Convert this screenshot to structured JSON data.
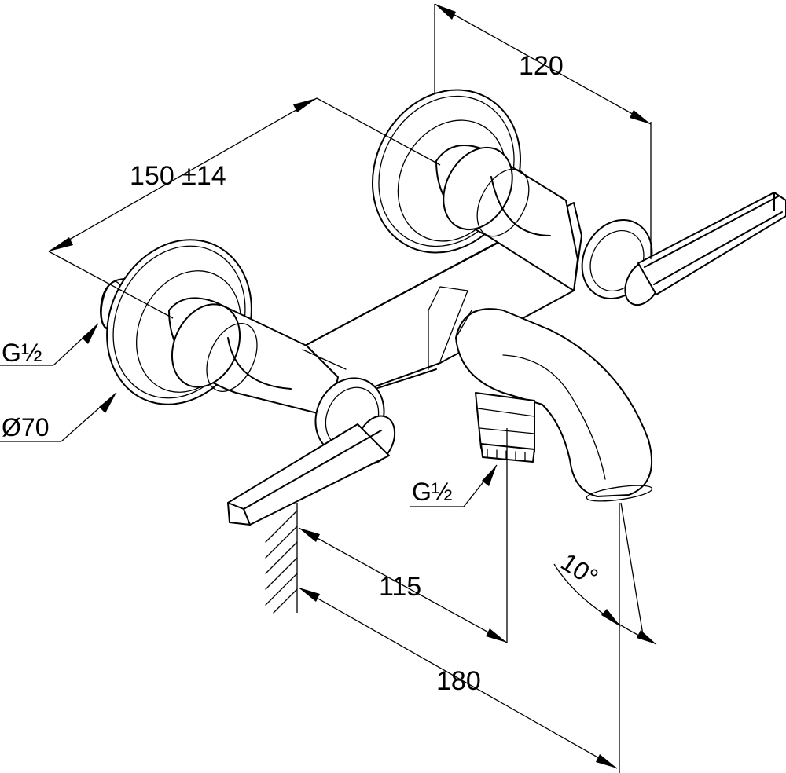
{
  "dimensions": {
    "centers": "150 ±14",
    "depth": "120",
    "wall_to_outlet_connection": "115",
    "wall_to_spout": "180",
    "spout_angle": "10°",
    "rosette_diameter": "Ø70",
    "inlet_thread": "G½",
    "outlet_thread": "G½"
  }
}
